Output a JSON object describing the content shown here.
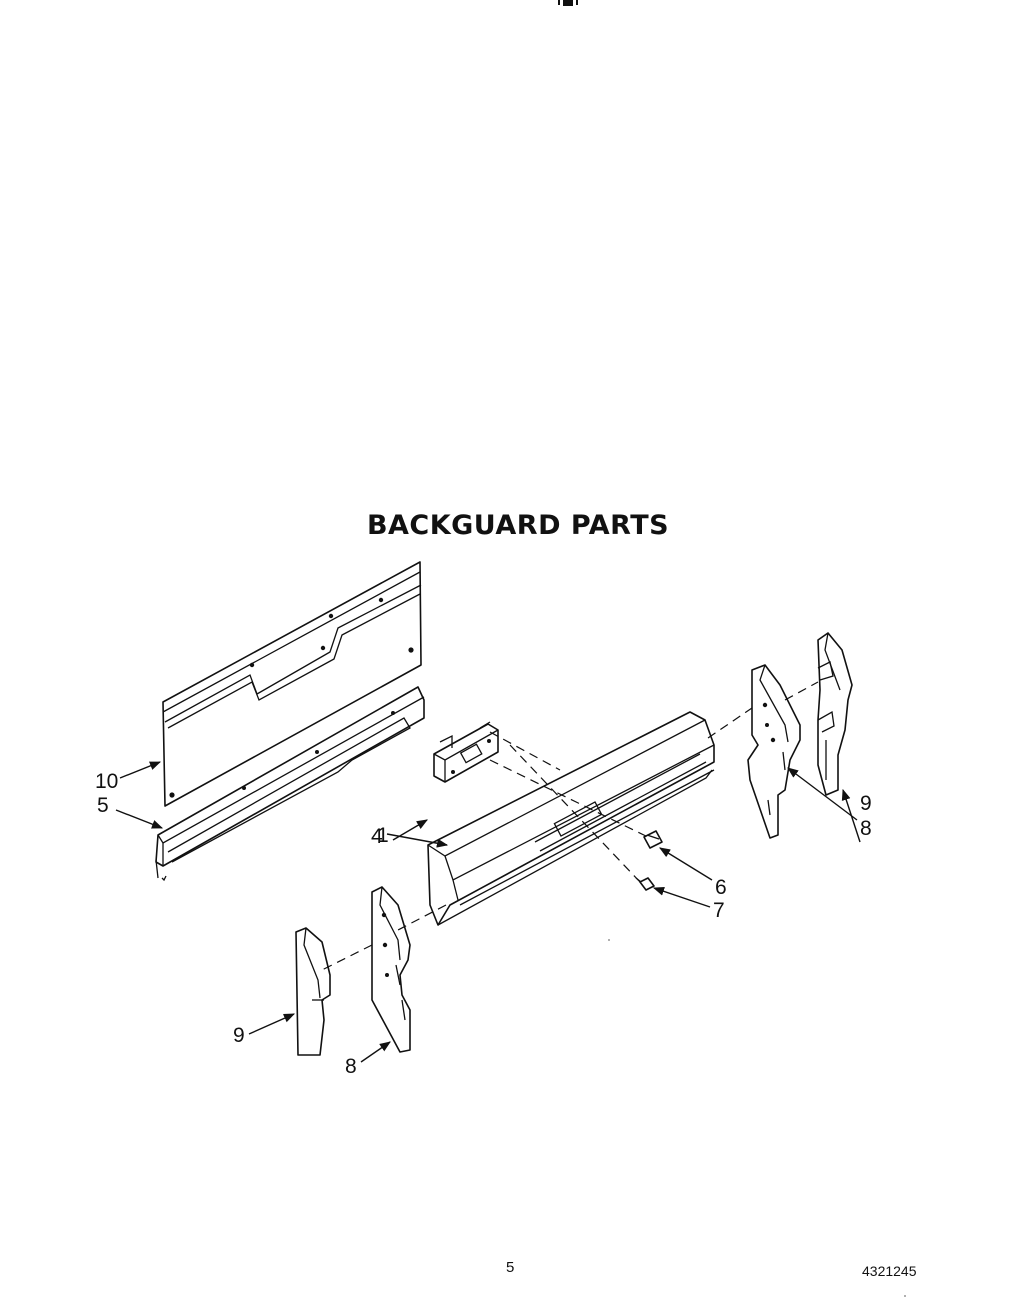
{
  "title": "BACKGUARD PARTS",
  "page_number": "5",
  "doc_number": "4321245",
  "callouts": {
    "c10": "10",
    "c5": "5",
    "c1": "1",
    "c4": "4",
    "c6": "6",
    "c7": "7",
    "c9_right": "9",
    "c8_right": "8",
    "c9_left": "9",
    "c8_left": "8"
  }
}
